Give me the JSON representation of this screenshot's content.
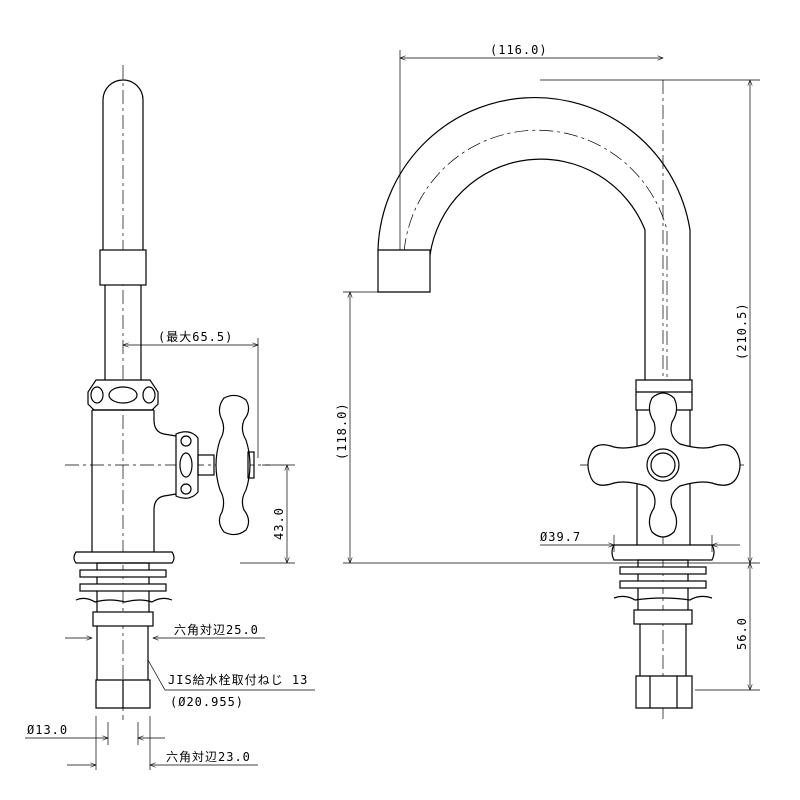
{
  "title": "Faucet dimension drawing",
  "side_view": {
    "max_reach": "(最大65.5)",
    "handle_height": "43.0",
    "hex_across_flats_upper": "六角対辺25.0",
    "thread_spec": "JIS給水栓取付ねじ 13",
    "thread_diameter": "(Ø20.955)",
    "pipe_diameter": "Ø13.0",
    "hex_across_flats_lower": "六角対辺23.0"
  },
  "front_view": {
    "spout_reach": "(116.0)",
    "total_height": "(210.5)",
    "spout_height": "(118.0)",
    "base_diameter": "Ø39.7",
    "shank_length": "56.0"
  }
}
